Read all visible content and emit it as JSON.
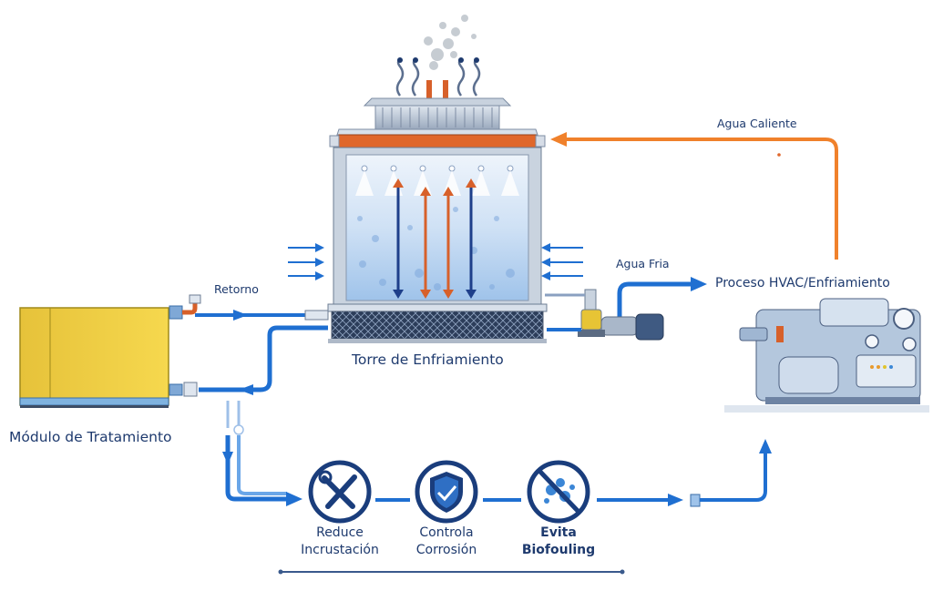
{
  "diagram": {
    "type": "process-flow",
    "components": {
      "cooling_tower": {
        "label": "Torre de Enfriamiento"
      },
      "treatment_module": {
        "label": "Módulo de Tratamiento"
      },
      "hvac_process": {
        "label": "Proceso HVAC/Enfriamiento"
      }
    },
    "flows": {
      "hot_water": {
        "label": "Agua Caliente",
        "color": "#f0812b"
      },
      "cold_water": {
        "label": "Agua Fria",
        "color": "#1f6fd1"
      },
      "return": {
        "label": "Retorno",
        "color": "#1f6fd1"
      }
    },
    "benefits": [
      {
        "line1": "Reduce",
        "line2": "Incrustación",
        "icon": "wrench-screwdriver-icon"
      },
      {
        "line1": "Controla",
        "line2": "Corrosión",
        "icon": "shield-check-icon"
      },
      {
        "line1": "Evita",
        "line2": "Biofouling",
        "icon": "no-bacteria-icon"
      }
    ],
    "colors": {
      "pipe_blue": "#1f6fd1",
      "hot_orange": "#f0812b",
      "label_navy": "#1e3a6e",
      "module_yellow": "#f3d243",
      "icon_navy": "#1a3d7c"
    }
  }
}
